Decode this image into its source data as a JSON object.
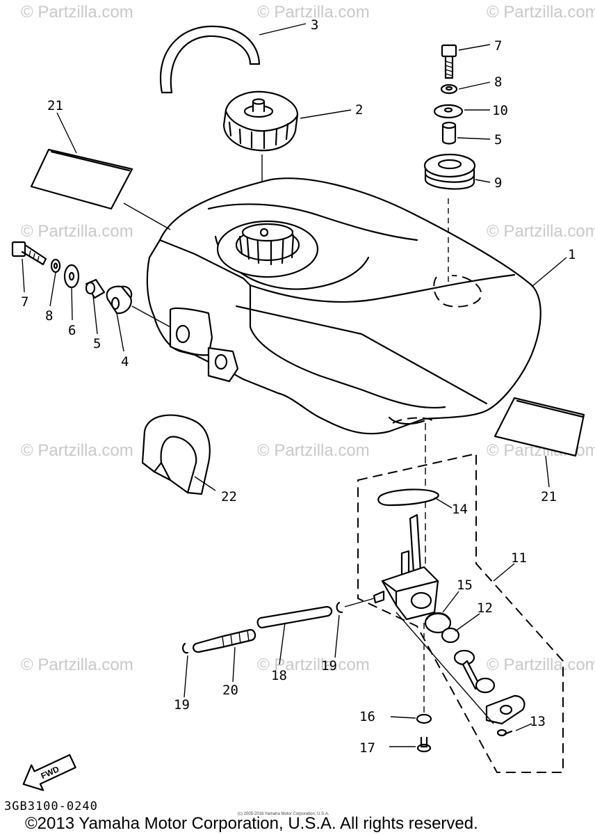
{
  "watermark": "© Partzilla.com",
  "diagram_code": "3GB3100-0240",
  "copyright": "©2013 Yamaha Motor Corporation, U.S.A. All rights reserved.",
  "small_notice": "(c) 2005-2016 Yamaha Motor Corporation, U.S.A.",
  "fwd_label": "FWD",
  "part_labels": {
    "p1": "1",
    "p2": "2",
    "p3": "3",
    "p4": "4",
    "p5a": "5",
    "p5b": "5",
    "p6": "6",
    "p7a": "7",
    "p7b": "7",
    "p8a": "8",
    "p8b": "8",
    "p9": "9",
    "p10": "10",
    "p11": "11",
    "p12": "12",
    "p13": "13",
    "p14": "14",
    "p15": "15",
    "p16": "16",
    "p17": "17",
    "p18": "18",
    "p19a": "19",
    "p19b": "19",
    "p20": "20",
    "p21a": "21",
    "p21b": "21",
    "p22": "22"
  }
}
